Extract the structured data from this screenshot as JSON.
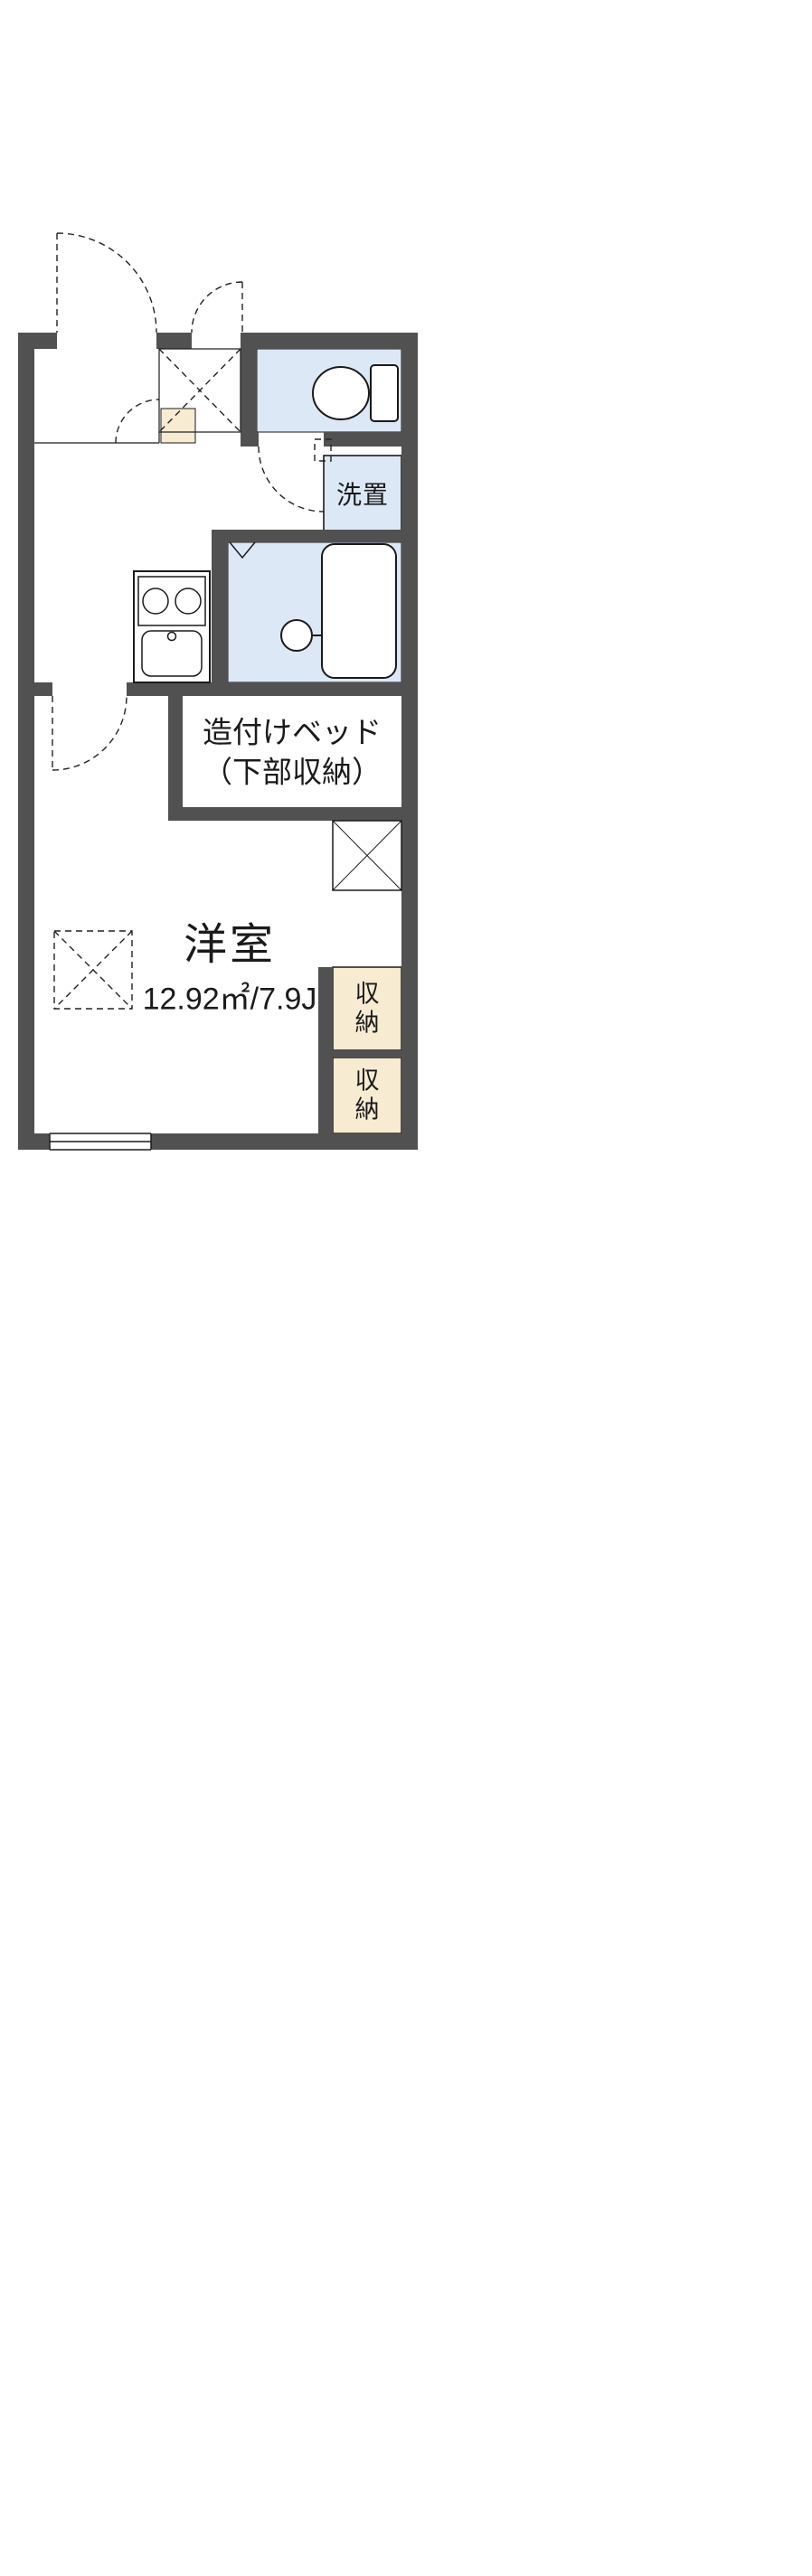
{
  "floorplan": {
    "labels": {
      "washer_space": "洗置",
      "bed_line1": "造付けベッド",
      "bed_line2": "（下部収納）",
      "room_name": "洋室",
      "room_size": "12.92㎡/7.9J",
      "closet_top": "収納",
      "closet_bottom": "収納"
    },
    "colors": {
      "wall": "#515151",
      "water_blue": "#dce8f6",
      "closet_beige": "#f7ebd2",
      "line": "#1a1a1a",
      "background": "#ffffff"
    }
  }
}
